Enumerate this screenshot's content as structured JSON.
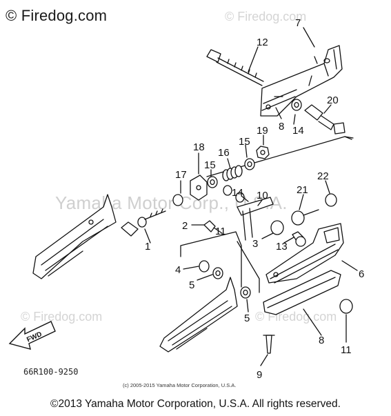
{
  "header": {
    "brand": "© Firedog.com"
  },
  "watermarks": {
    "firedog_tr": "© Firedog.com",
    "firedog_bl": "© Firedog.com",
    "firedog_br": "© Firedog.com",
    "yamaha": "Yamaha Motor Corp., U.S.A."
  },
  "diagram": {
    "code": "66R100-9250",
    "fwd_label": "FWD",
    "small_copyright": "(c) 2005-2015 Yamaha Motor Corporation, U.S.A.",
    "callouts": {
      "c1": "1",
      "c2": "2",
      "c3": "3",
      "c4": "4",
      "c5a": "5",
      "c5b": "5",
      "c6": "6",
      "c7": "7",
      "c8a": "8",
      "c8b": "8",
      "c9": "9",
      "c10": "10",
      "c11a": "11",
      "c11b": "11",
      "c12": "12",
      "c13": "13",
      "c14a": "14",
      "c14b": "14",
      "c15a": "15",
      "c15b": "15",
      "c16": "16",
      "c17": "17",
      "c18": "18",
      "c19": "19",
      "c20": "20",
      "c21": "21",
      "c22": "22"
    }
  },
  "footer": {
    "text": "©2013 Yamaha Motor Corporation, U.S.A. All rights reserved."
  }
}
